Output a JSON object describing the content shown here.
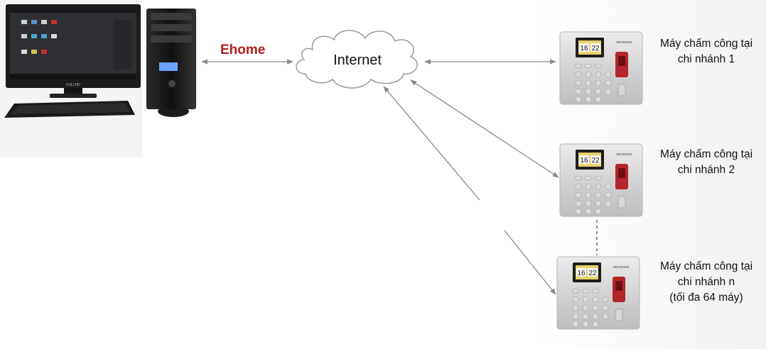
{
  "protocol_label": "Ehome",
  "network_label": "Internet",
  "devices": [
    {
      "lines": [
        "Máy chấm công tại",
        "chi nhánh 1"
      ]
    },
    {
      "lines": [
        "Máy chấm công tại",
        "chi nhánh 2"
      ]
    },
    {
      "lines": [
        "Máy chấm công tại",
        "chi nhánh n",
        "(tối đa 64 máy)"
      ]
    }
  ],
  "device_screen": {
    "hour": "16",
    "minute": "22"
  },
  "device_brand": "HIKVISION",
  "monitor_brand": "FULLHD",
  "colors": {
    "ehome": "#b81d1d",
    "arrow": "#8a8a8a",
    "cloud_stroke": "#9a9a9a"
  }
}
